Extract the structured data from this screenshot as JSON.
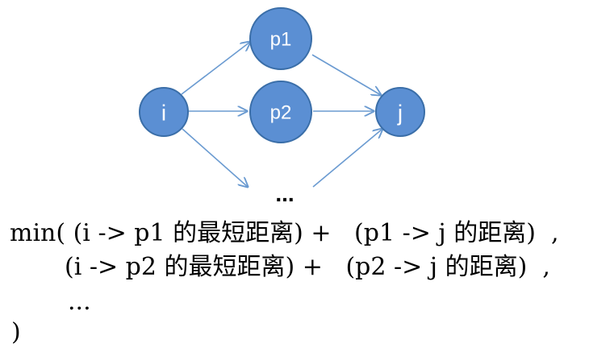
{
  "colors": {
    "node_fill": "#5b8fd3",
    "node_stroke": "#3a6ea8",
    "edge": "#6b9bd1"
  },
  "graph": {
    "nodes": {
      "i": "i",
      "p1": "p1",
      "p2": "p2",
      "j": "j"
    },
    "ellipsis": "..."
  },
  "formula": {
    "line1": "min( (i -> p1 的最短距离) +   (p1 -> j 的距离)  ,",
    "line2": "(i -> p2 的最短距离) +   (p2 -> j 的距离)  ,",
    "line3": "...",
    "line4": ")"
  }
}
